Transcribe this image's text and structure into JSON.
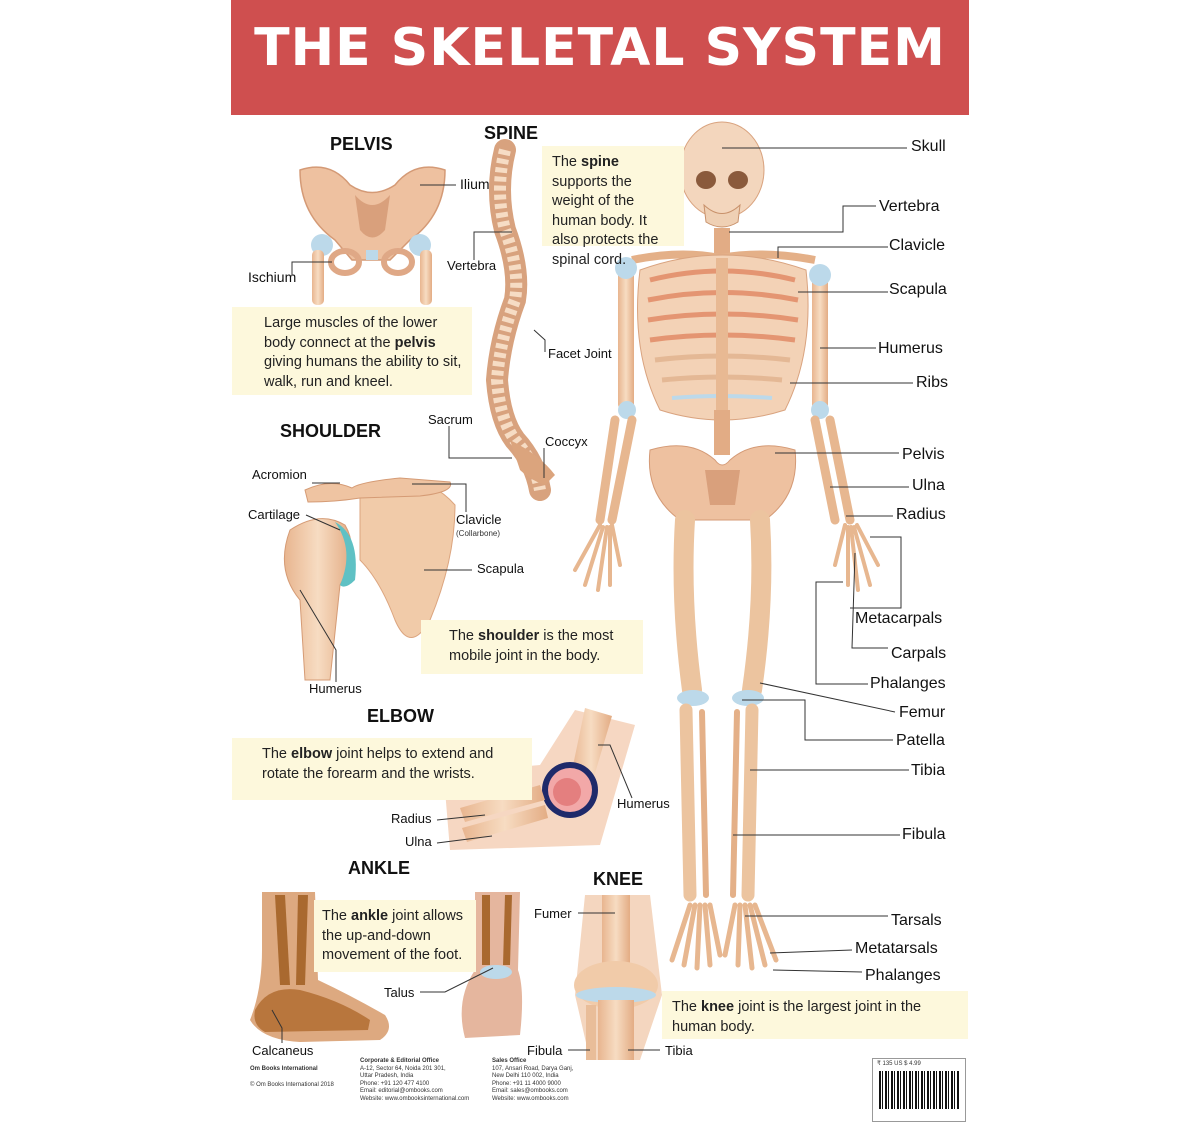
{
  "title": "THE SKELETAL SYSTEM",
  "sections": {
    "pelvis": {
      "heading": "PELVIS",
      "labels": {
        "ilium": "Ilium",
        "ischium": "Ischium"
      },
      "note_pre": "Large muscles of the lower body connect at the ",
      "note_bold": "pelvis",
      "note_post": " giving humans the ability to sit, walk, run and kneel."
    },
    "spine": {
      "heading": "SPINE",
      "labels": {
        "vertebra": "Vertebra",
        "facet_joint": "Facet Joint",
        "sacrum": "Sacrum",
        "coccyx": "Coccyx"
      },
      "note_pre": "The ",
      "note_bold": "spine",
      "note_post": " supports the weight of the human body. It also protects the spinal cord."
    },
    "shoulder": {
      "heading": "SHOULDER",
      "labels": {
        "acromion": "Acromion",
        "cartilage": "Cartilage",
        "clavicle": "Clavicle",
        "clavicle_sub": "(Collarbone)",
        "scapula": "Scapula",
        "humerus": "Humerus"
      },
      "note_pre": "The ",
      "note_bold": "shoulder",
      "note_post": " is the most mobile joint in the body."
    },
    "elbow": {
      "heading": "ELBOW",
      "labels": {
        "radius": "Radius",
        "ulna": "Ulna",
        "humerus": "Humerus"
      },
      "note_pre": "The ",
      "note_bold": "elbow",
      "note_post": " joint helps to extend and rotate the forearm and the wrists."
    },
    "ankle": {
      "heading": "ANKLE",
      "labels": {
        "talus": "Talus",
        "calcaneus": "Calcaneus"
      },
      "note_pre": "The ",
      "note_bold": "ankle",
      "note_post": " joint allows the up-and-down movement of the foot."
    },
    "knee": {
      "heading": "KNEE",
      "labels": {
        "fumer": "Fumer",
        "fibula": "Fibula",
        "tibia": "Tibia"
      },
      "note_pre": "The ",
      "note_bold": "knee",
      "note_post": " joint is the largest joint in the human body."
    }
  },
  "skeleton_labels": {
    "skull": "Skull",
    "vertebra": "Vertebra",
    "clavicle": "Clavicle",
    "scapula": "Scapula",
    "humerus": "Humerus",
    "ribs": "Ribs",
    "pelvis": "Pelvis",
    "ulna": "Ulna",
    "radius": "Radius",
    "metacarpals": "Metacarpals",
    "carpals": "Carpals",
    "phalanges_hand": "Phalanges",
    "femur": "Femur",
    "patella": "Patella",
    "tibia": "Tibia",
    "fibula": "Fibula",
    "tarsals": "Tarsals",
    "metatarsals": "Metatarsals",
    "phalanges_foot": "Phalanges"
  },
  "footer": {
    "publisher": "Om Books International",
    "copyright": "© Om Books International 2018",
    "corporate": [
      "Corporate & Editorial Office",
      "A-12, Sector 64, Noida 201 301,",
      "Uttar Pradesh, India",
      "Phone: +91 120 477 4100",
      "Email: editorial@ombooks.com",
      "Website: www.ombooksinternational.com"
    ],
    "sales": [
      "Sales Office",
      "107, Ansari Road, Darya Ganj,",
      "New Delhi 110 002, India",
      "Phone: +91 11 4000 9000",
      "Email: sales@ombooks.com",
      "Website: www.ombooks.com"
    ],
    "price": "₹ 135   US $ 4.99"
  },
  "colors": {
    "title_bar": "#cf4f4f",
    "bone": "#f2cfae",
    "bone_dark": "#dba47d",
    "note_bg": "#fdf8dc",
    "cartilage": "#bcd9ea"
  }
}
